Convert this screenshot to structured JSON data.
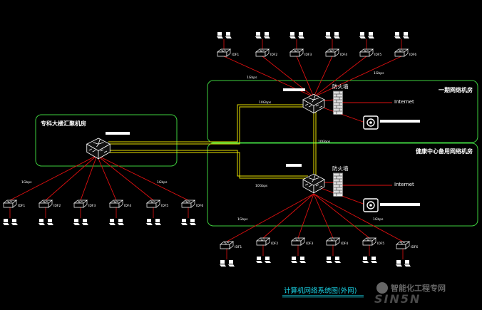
{
  "title": "计算机网络系统图(外网)",
  "watermark": "智能化工程专网",
  "zones": {
    "main_room": "一期网络机房",
    "backup_room": "健康中心备用网络机房",
    "left_room": "专科大楼汇聚机房"
  },
  "firewall_label": "防火墙",
  "internet_label": "Internet",
  "speeds": {
    "uplink": "1Gbps",
    "core_link": "10Gbps",
    "left_uplink": "10Gbps",
    "access": "1Gbps"
  },
  "idf_top": [
    "IDF1",
    "IDF2",
    "IDF3",
    "IDF4",
    "IDF5",
    "IDF6"
  ],
  "idf_bottom": [
    "IDF1",
    "IDF2",
    "IDF3",
    "IDF4",
    "IDF5",
    "IDF6"
  ],
  "idf_left": [
    "IDF1",
    "IDF2",
    "IDF3",
    "IDF4",
    "IDF5",
    "IDF6"
  ],
  "colors": {
    "background": "#000000",
    "zone_border": "#3ecf3e",
    "access_link": "#e01010",
    "core_link": "#e8e000",
    "device": "#ffffff",
    "title": "#19d3e6"
  }
}
